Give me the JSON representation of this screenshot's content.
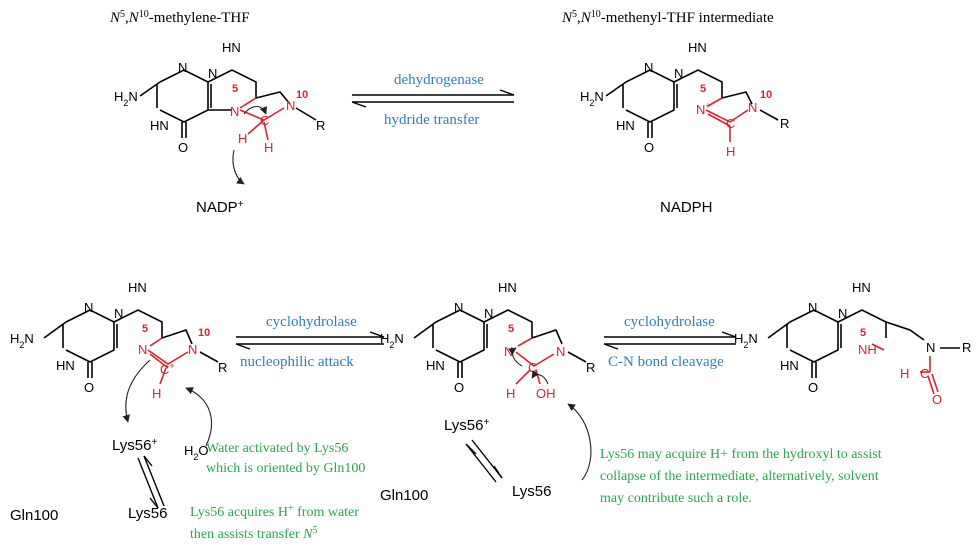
{
  "top_left_title": "N5,N10-methylene-THF",
  "top_right_title": "N5,N10-methenyl-THF intermediate",
  "top_reaction": {
    "above": "dehydrogenase",
    "below": "hydride transfer"
  },
  "cofactor_left": "NADP+",
  "cofactor_right": "NADPH",
  "bottom_reaction_1": {
    "above": "cyclohydrolase",
    "below": "nucleophilic attack"
  },
  "bottom_reaction_2": {
    "above": "cyclohydrolase",
    "below": "C-N bond cleavage"
  },
  "residues": {
    "lys_plus": "Lys56+",
    "lys": "Lys56",
    "gln": "Gln100",
    "water": "H2O"
  },
  "atoms": {
    "N5": "5",
    "N10": "10",
    "H2N": "H2N",
    "HN": "HN",
    "N": "N",
    "O": "O",
    "H": "H",
    "C": "C",
    "R": "R",
    "OH": "OH",
    "NH": "NH"
  },
  "notes": {
    "water_activated_1": "Water activated by Lys56",
    "water_activated_2": "which is oriented by Gln100",
    "lys_acquires_1": "Lys56 acquires H+ from water",
    "lys_acquires_2": "then assists transfer N5",
    "lys_may_1": "Lys56 may acquire H+ from the hydroxyl to assist",
    "lys_may_2": "collapse of the intermediate, alternatively, solvent",
    "lys_may_3": "may contribute such a role."
  },
  "colors": {
    "reaction_text": "#2e7fc0",
    "note_text": "#26a84a",
    "highlight": "#e0202a"
  }
}
